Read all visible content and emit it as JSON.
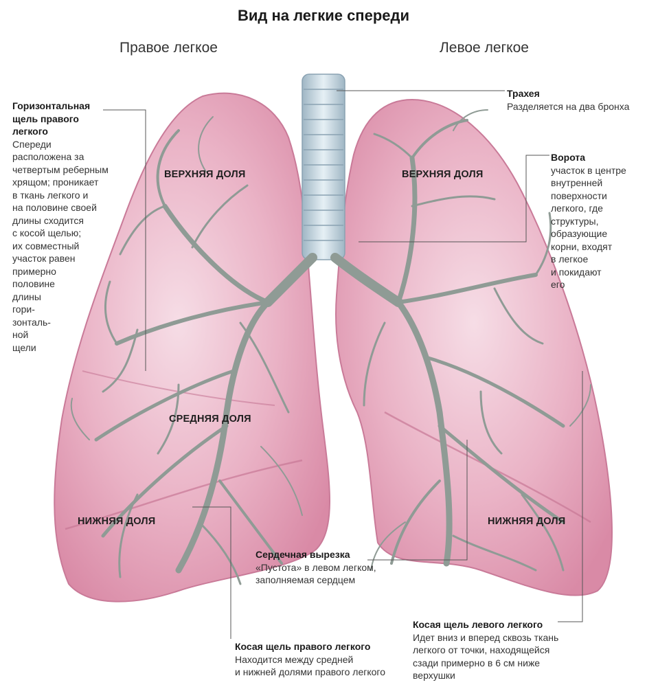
{
  "title": "Вид на легкие спереди",
  "right_lung_label": "Правое легкое",
  "left_lung_label": "Левое легкое",
  "lobes": {
    "right_upper": "ВЕРХНЯЯ ДОЛЯ",
    "right_middle": "СРЕДНЯЯ ДОЛЯ",
    "right_lower": "НИЖНЯЯ ДОЛЯ",
    "left_upper": "ВЕРХНЯЯ ДОЛЯ",
    "left_lower": "НИЖНЯЯ ДОЛЯ"
  },
  "annotations": {
    "horizontal_fissure": {
      "heading": "Горизонтальная\nщель правого\nлегкого",
      "body": "Спереди\nрасположена за\nчетвертым реберным\nхрящом; проникает\nв ткань легкого и\nна половине своей\nдлины сходится\nс косой щелью;\nих совместный\nучасток равен\nпримерно\nполовине\nдлины\nгори-\nзонталь-\nной\nщели"
    },
    "trachea": {
      "heading": "Трахея",
      "body": "Разделяется на два бронха"
    },
    "hilum": {
      "heading": "Ворота",
      "body": "участок в центре\nвнутренней\nповерхности\nлегкого, где\nструктуры,\nобразующие\nкорни, входят\nв легкое\nи покидают\nего"
    },
    "cardiac_notch": {
      "heading": "Сердечная вырезка",
      "body": "«Пустота» в левом легком,\nзаполняемая сердцем"
    },
    "left_oblique": {
      "heading": "Косая щель левого легкого",
      "body": "Идет вниз и вперед сквозь ткань\nлегкого от точки, находящейся\nсзади примерно в 6 см ниже\nверхушки"
    },
    "right_oblique": {
      "heading": "Косая щель правого легкого",
      "body": "Находится между средней\nи нижней долями правого легкого"
    }
  },
  "colors": {
    "lung_fill": "#e7a3bb",
    "lung_edge": "#c97a98",
    "bronchi": "#8f9b95",
    "trachea": "#c7d8e2",
    "leader_line": "#555555"
  }
}
